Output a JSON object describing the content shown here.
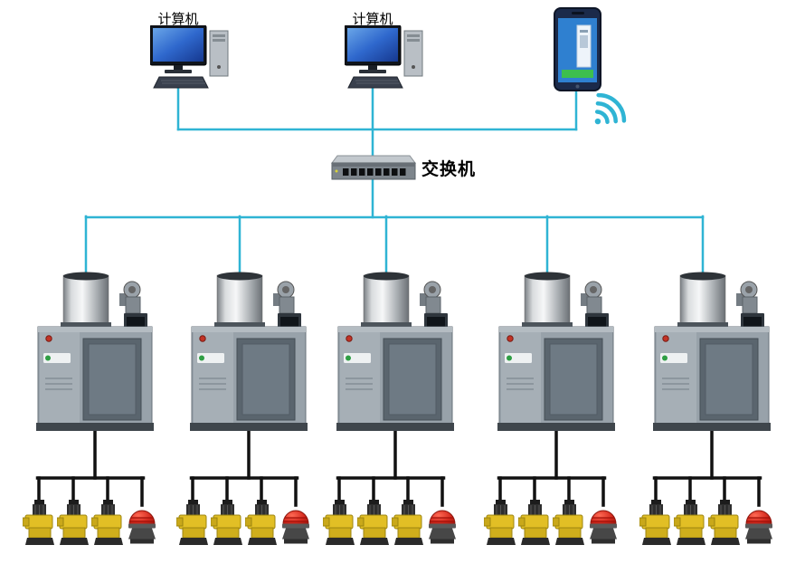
{
  "labels": {
    "computer1": "计算机",
    "computer2": "计算机",
    "switch": "交换机"
  },
  "colors": {
    "link": "#2fb4d4",
    "wire": "#111111",
    "pump_body": "#e2bf25",
    "alarm_dome": "#d42a1e"
  },
  "icons": {
    "wifi": "wifi-signal-icon",
    "computer": "desktop-computer-icon",
    "phone": "smartphone-icon",
    "switch": "ethernet-switch-icon"
  },
  "machines": [
    {
      "id": "machine-1"
    },
    {
      "id": "machine-2"
    },
    {
      "id": "machine-3"
    },
    {
      "id": "machine-4"
    },
    {
      "id": "machine-5"
    }
  ],
  "device_groups": [
    {
      "id": "device-group-1",
      "devices": [
        "pump",
        "pump",
        "pump",
        "alarm"
      ]
    },
    {
      "id": "device-group-2",
      "devices": [
        "pump",
        "pump",
        "pump",
        "alarm"
      ]
    },
    {
      "id": "device-group-3",
      "devices": [
        "pump",
        "pump",
        "pump",
        "alarm"
      ]
    },
    {
      "id": "device-group-4",
      "devices": [
        "pump",
        "pump",
        "pump",
        "alarm"
      ]
    },
    {
      "id": "device-group-5",
      "devices": [
        "pump",
        "pump",
        "pump",
        "alarm"
      ]
    }
  ]
}
